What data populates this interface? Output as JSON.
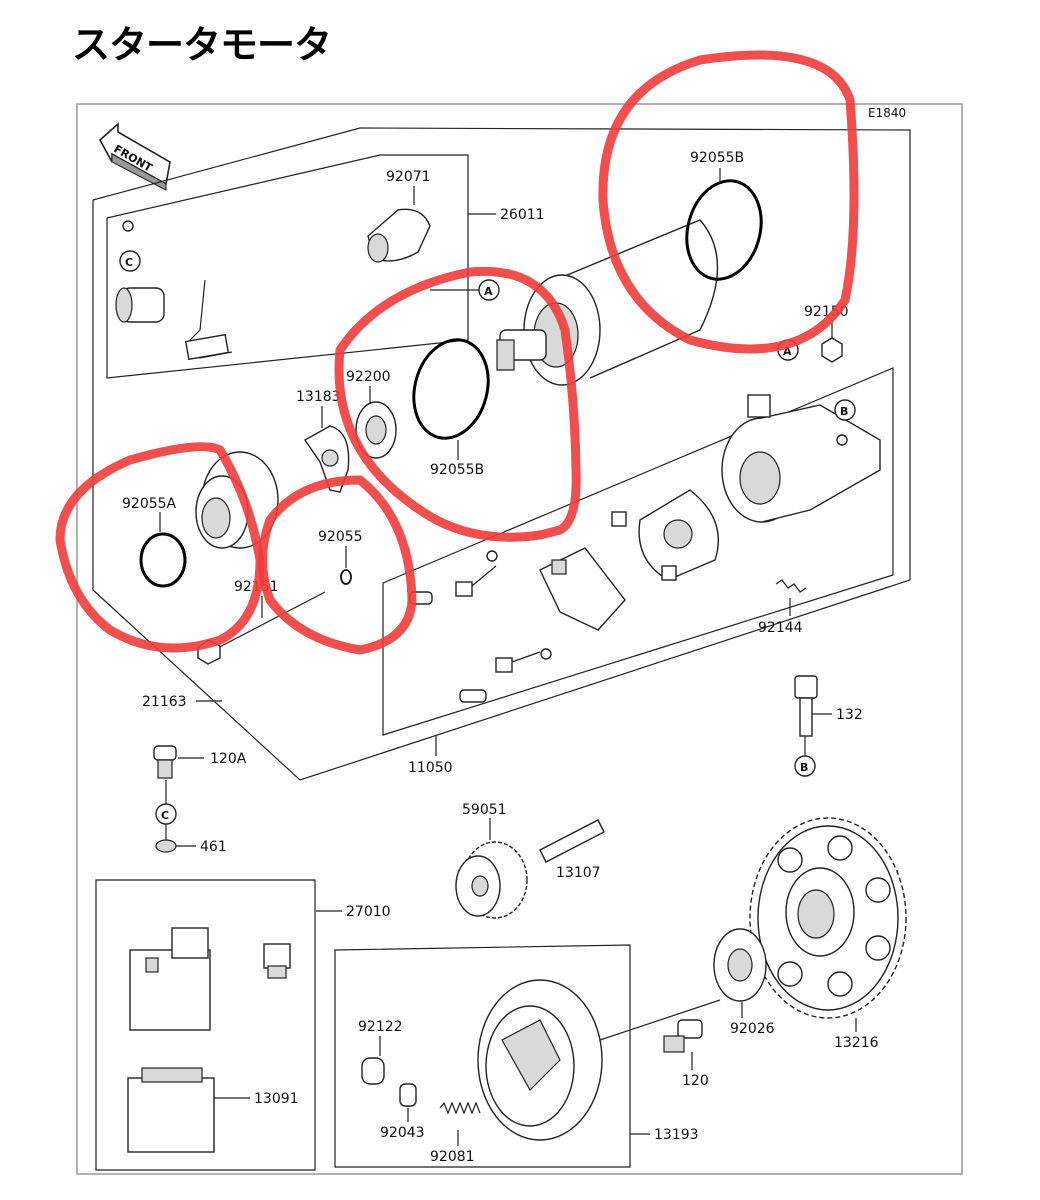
{
  "page": {
    "heading": "スタータモータ",
    "diagram_code": "E1840",
    "front_label": "FRONT",
    "highlight_color": "#f03b3b"
  },
  "parts": {
    "p92071": "92071",
    "p26011": "26011",
    "p92055B_top": "92055B",
    "p92150": "92150",
    "p92200": "92200",
    "p13183": "13183",
    "p92055B_mid": "92055B",
    "p92055A": "92055A",
    "p92055": "92055",
    "p92151": "92151",
    "p92144": "92144",
    "p21163": "21163",
    "p132": "132",
    "p11050": "11050",
    "p120A": "120A",
    "p461": "461",
    "p59051": "59051",
    "p13107": "13107",
    "p27010": "27010",
    "p92122": "92122",
    "p92026": "92026",
    "p13216": "13216",
    "p120": "120",
    "p13091": "13091",
    "p92043": "92043",
    "p92081": "92081",
    "p13193": "13193"
  },
  "refs": {
    "a": "A",
    "b": "B",
    "c": "C"
  }
}
